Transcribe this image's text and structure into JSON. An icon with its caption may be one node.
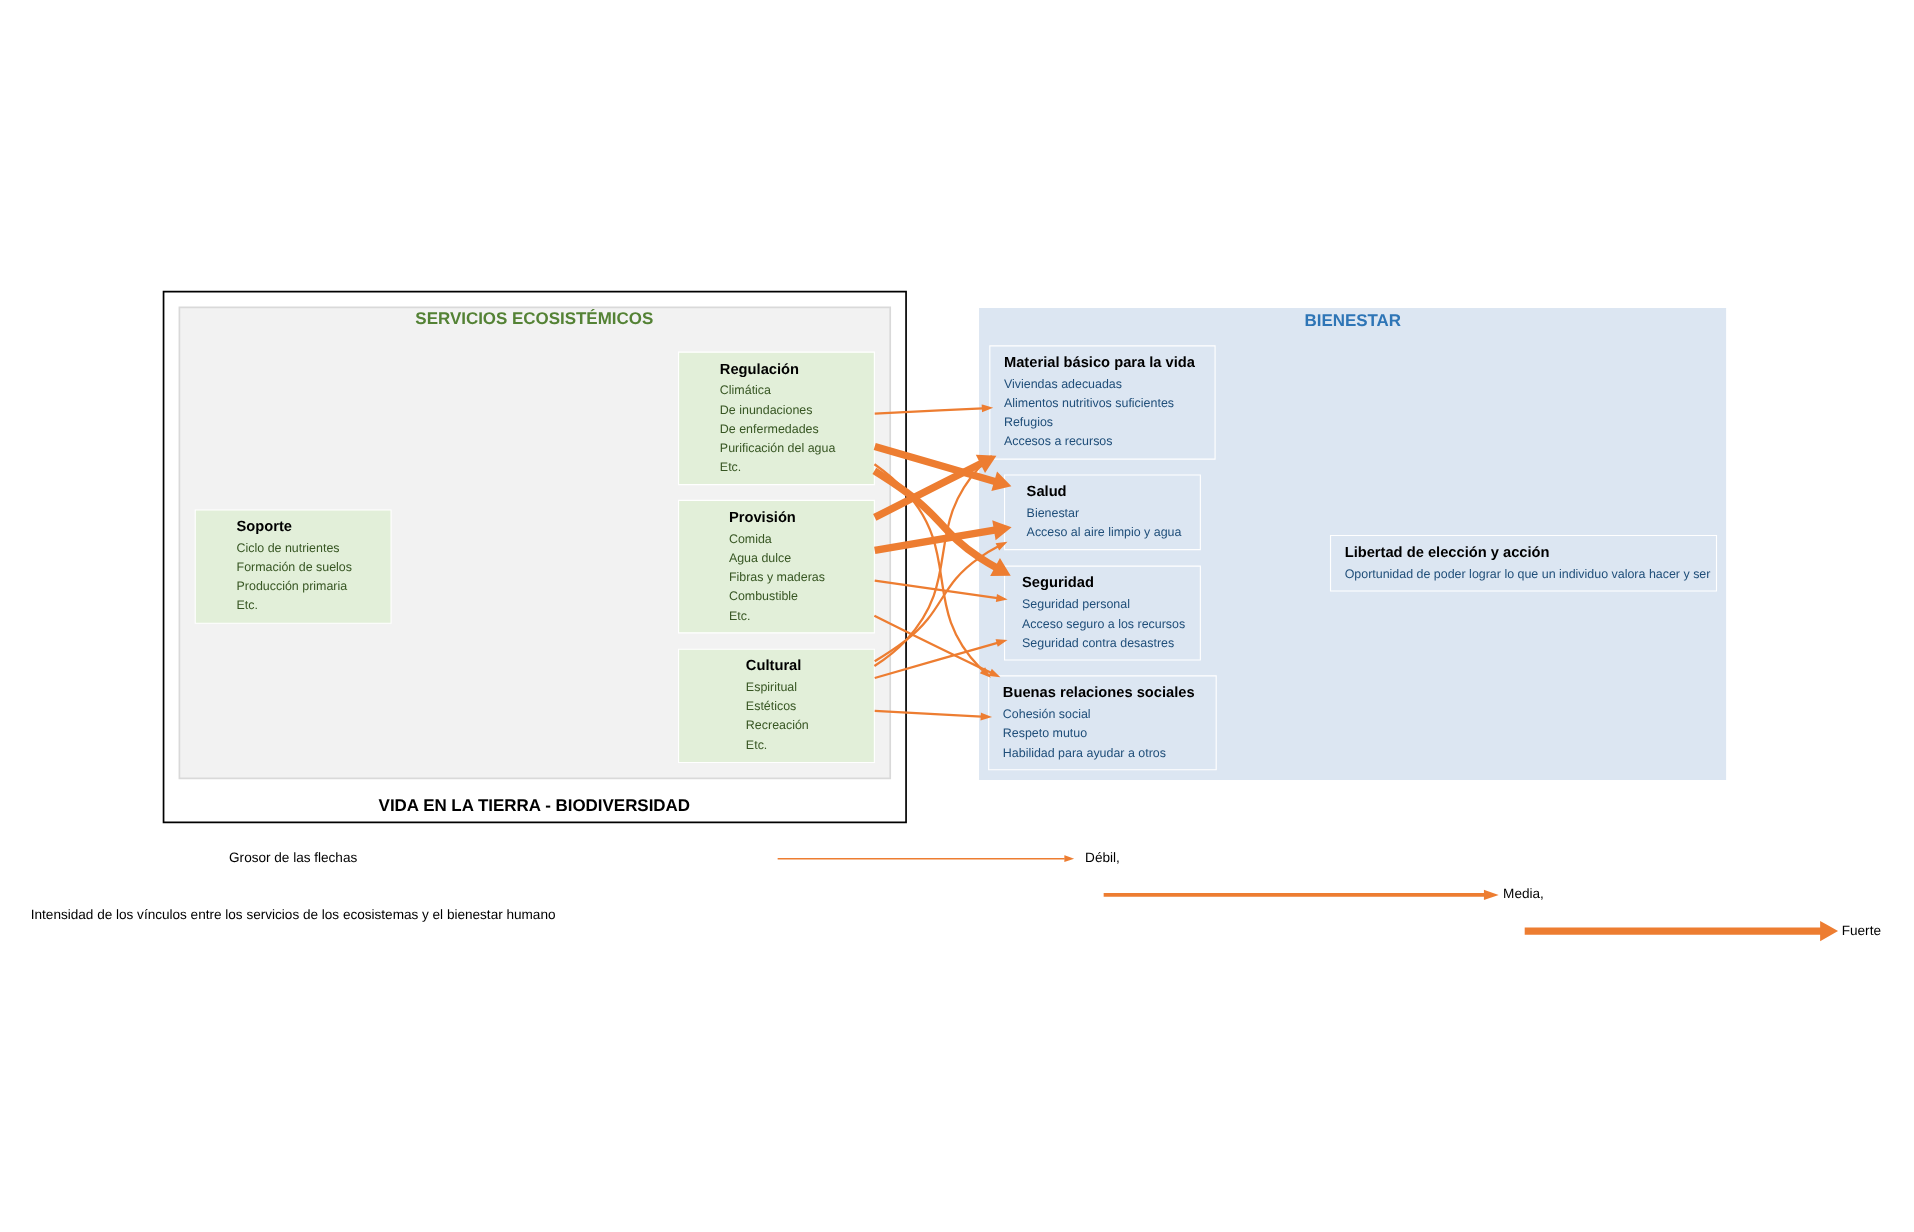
{
  "diagram": {
    "nodes": [
      {
        "text": [
          "VIDA EN LA TIERRA - BIODIVERSIDAD"
        ]
      },
      {
        "text": [
          "SERVICIOS ECOSISTÉMICOS"
        ],
        "in": 0
      },
      {
        "text": [
          "Soporte",
          "Ciclo de nutrientes",
          "Formación de suelos",
          "Producción primaria",
          "Etc."
        ],
        "in": 1
      },
      {
        "text": [
          "Provisión",
          "Comida",
          "Agua dulce",
          "Fibras y maderas",
          "Combustible",
          "Etc."
        ],
        "in": 1
      },
      {
        "text": [
          "Regulación",
          "Climática",
          "De inundaciones",
          "De enfermedades",
          "Purificación del agua",
          "Etc."
        ],
        "in": 1
      },
      {
        "text": [
          "Cultural",
          "Espiritual",
          "Estéticos",
          "Recreación",
          "Etc."
        ],
        "in": 1
      },
      {
        "text": [
          "BIENESTAR"
        ]
      },
      {
        "text": [
          "Seguridad",
          "Seguridad personal",
          "Acceso seguro a los recursos",
          "Seguridad contra desastres"
        ],
        "in": 6
      },
      {
        "text": [
          "Material básico para la vida",
          "Viviendas adecuadas",
          "Alimentos nutritivos suficientes",
          "Refugios",
          "Accesos a recursos"
        ],
        "in": 6
      },
      {
        "text": [
          "Salud",
          "Bienestar",
          "Acceso al aire limpio y agua"
        ],
        "in": 6
      },
      {
        "text": [
          "Buenas relaciones sociales",
          "Cohesión social",
          "Respeto mutuo",
          "Habilidad para ayudar a otros"
        ],
        "in": 6
      },
      {
        "text": [
          "Libertad de elección y acción",
          "Oportunidad de poder lograr lo que un individuo valora hacer y ser"
        ],
        "in": 6
      }
    ],
    "edges": [
      {
        "from": 3,
        "to": 7,
        "arrow": "to"
      },
      {
        "from": 3,
        "to": 8,
        "arrow": "to",
        "style": "thick"
      },
      {
        "from": 3,
        "to": 9,
        "arrow": "to",
        "style": "thick"
      },
      {
        "from": 3,
        "to": 10,
        "arrow": "to"
      },
      {
        "from": 4,
        "to": 7,
        "arrow": "to",
        "style": "thick"
      },
      {
        "from": 4,
        "to": 8,
        "arrow": "to"
      },
      {
        "from": 4,
        "to": 9,
        "arrow": "to",
        "style": "thick"
      },
      {
        "from": 4,
        "to": 10,
        "arrow": "to"
      },
      {
        "from": 5,
        "to": 7,
        "arrow": "to"
      },
      {
        "from": 5,
        "to": 8,
        "arrow": "to"
      },
      {
        "from": 5,
        "to": 9,
        "arrow": "to"
      },
      {
        "from": 5,
        "to": 10,
        "arrow": "to"
      }
    ],
    "labels": [
      "Grosor de las flechas",
      "Intensidad de los vínculos entre los servicios de los ecosistemas y el bienestar humano"
    ],
    "legend": [
      {
        "text": "Débil,"
      },
      {
        "text": "Media,"
      },
      {
        "text": "Fuerte"
      }
    ]
  }
}
